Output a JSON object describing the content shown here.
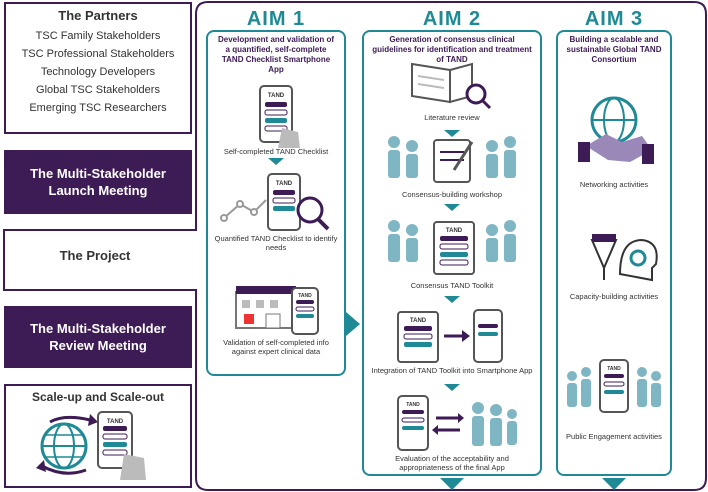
{
  "partners": {
    "title": "The Partners",
    "items": [
      "TSC Family Stakeholders",
      "TSC Professional Stakeholders",
      "Technology Developers",
      "Global TSC Stakeholders",
      "Emerging TSC Researchers"
    ]
  },
  "launch_meeting": "The Multi-Stakeholder Launch Meeting",
  "project_label": "The Project",
  "review_meeting": "The Multi-Stakeholder Review Meeting",
  "scale": {
    "title": "Scale-up and Scale-out",
    "phone_label": "TAND"
  },
  "aim1": {
    "title": "AIM 1",
    "subtitle": "Development and validation of a quantified, self-complete TAND Checklist Smartphone App",
    "steps": [
      {
        "caption": "Self-completed TAND Checklist",
        "icon_label": "TAND"
      },
      {
        "caption": "Quantified TAND Checklist to identify needs",
        "icon_label": "TAND"
      },
      {
        "caption": "Validation of self-completed info against expert clinical data",
        "icon_label": "TAND"
      }
    ]
  },
  "aim2": {
    "title": "AIM 2",
    "subtitle": "Generation of consensus clinical guidelines for identification and treatment of TAND",
    "steps": [
      {
        "caption": "Literature review"
      },
      {
        "caption": "Consensus-building workshop"
      },
      {
        "caption": "Consensus TAND Toolkit",
        "icon_label": "TAND"
      },
      {
        "caption": "Integration of TAND Toolkit into Smartphone App",
        "icon_label": "TAND"
      },
      {
        "caption": "Evaluation of the acceptability and appropriateness of the final App",
        "icon_label": "TAND"
      }
    ]
  },
  "aim3": {
    "title": "AIM 3",
    "subtitle": "Building a scalable and sustainable Global TAND Consortium",
    "steps": [
      {
        "caption": "Networking activities"
      },
      {
        "caption": "Capacity-building activities"
      },
      {
        "caption": "Public Engagement activities",
        "icon_label": "TAND"
      }
    ]
  },
  "colors": {
    "purple": "#3d1b55",
    "teal": "#1f8a96",
    "light_teal": "#7fb6c4",
    "grey": "#8a8a8a"
  }
}
